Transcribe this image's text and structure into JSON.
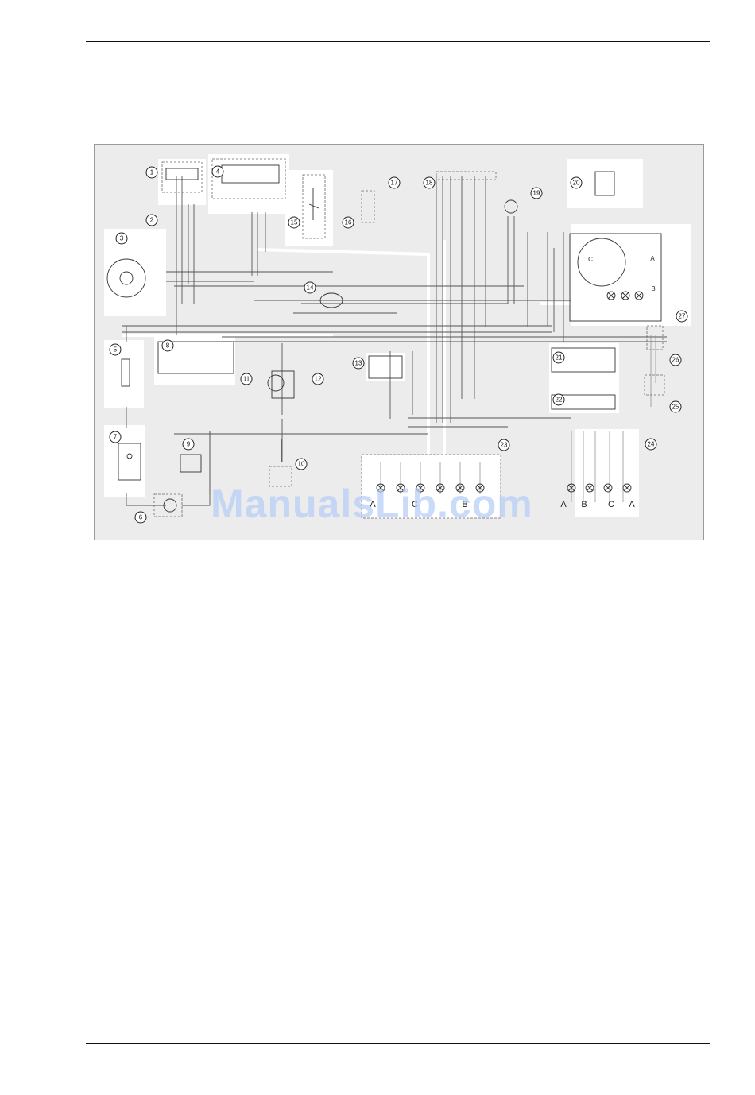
{
  "page": {
    "watermark": "ManualsLib.com"
  },
  "diagram": {
    "component_numbers": [
      "1",
      "2",
      "3",
      "4",
      "5",
      "6",
      "7",
      "8",
      "9",
      "10",
      "11",
      "12",
      "13",
      "14",
      "15",
      "16",
      "17",
      "18",
      "19",
      "20",
      "21",
      "22",
      "23",
      "24",
      "25",
      "26",
      "27"
    ],
    "lamp_letters": {
      "left_cluster": [
        "A",
        "C",
        "B"
      ],
      "right_cluster": [
        "A",
        "B",
        "C",
        "A"
      ],
      "dashboard": [
        "A",
        "B",
        "C"
      ]
    }
  }
}
